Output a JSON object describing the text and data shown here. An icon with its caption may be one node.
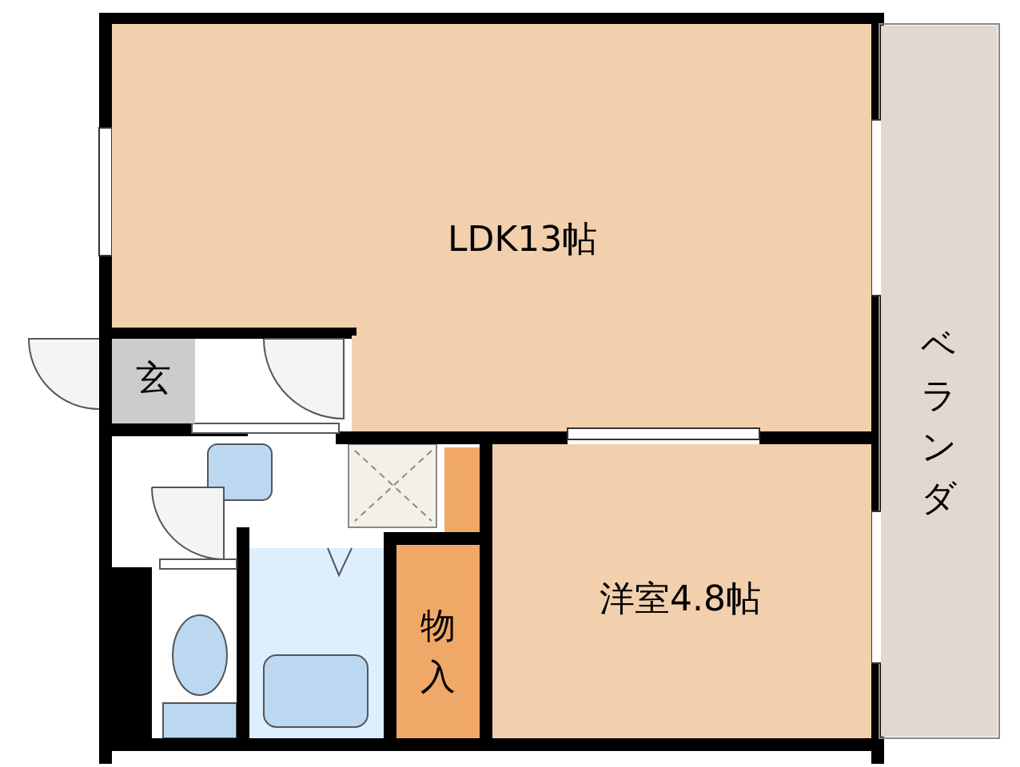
{
  "diagram": {
    "nodes": [
      {
        "text": [
          "LDK13帖"
        ]
      },
      {
        "text": [
          "ベランダ"
        ]
      },
      {
        "text": [
          "玄"
        ]
      },
      {
        "text": [
          "洋室4.8帖"
        ]
      },
      {
        "text": [
          "物入"
        ]
      }
    ]
  }
}
